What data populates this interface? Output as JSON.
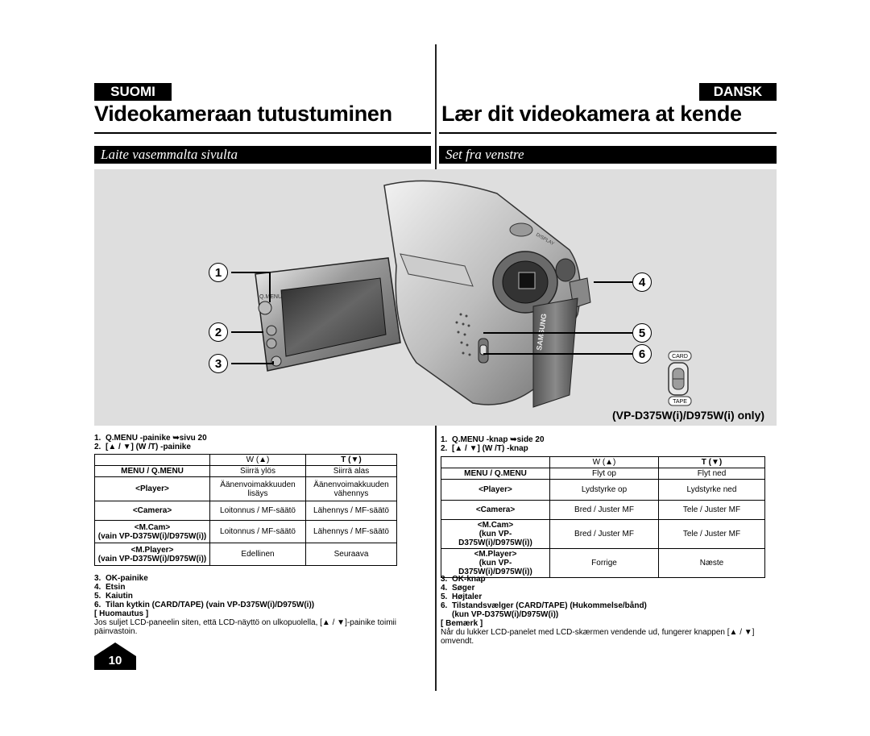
{
  "left": {
    "lang": "SUOMI",
    "title": "Videokameraan tutustuminen",
    "section": "Laite vasemmalta sivulta",
    "items_top": [
      {
        "n": "1.",
        "text": "Q.MENU -painike ➥sivu 20"
      },
      {
        "n": "2.",
        "text": "[▲ / ▼] (W /T) -painike"
      }
    ],
    "table": {
      "head": [
        "",
        "W (▲)",
        "T (▼)"
      ],
      "rows": [
        {
          "label": "MENU / Q.MENU",
          "sub": "",
          "w": "Siirrä ylös",
          "t": "Siirrä alas"
        },
        {
          "label": "<Player>",
          "sub": "",
          "w": "Äänenvoimakkuuden lisäys",
          "t": "Äänenvoimakkuuden vähennys"
        },
        {
          "label": "<Camera>",
          "sub": "",
          "w": "Loitonnus / MF-säätö",
          "t": "Lähennys / MF-säätö"
        },
        {
          "label": "<M.Cam>",
          "sub": "(vain VP-D375W(i)/D975W(i))",
          "w": "Loitonnus / MF-säätö",
          "t": "Lähennys / MF-säätö"
        },
        {
          "label": "<M.Player>",
          "sub": "(vain VP-D375W(i)/D975W(i))",
          "w": "Edellinen",
          "t": "Seuraava"
        }
      ]
    },
    "items_bottom": [
      {
        "n": "3.",
        "text": "OK-painike"
      },
      {
        "n": "4.",
        "text": "Etsin"
      },
      {
        "n": "5.",
        "text": "Kaiutin"
      },
      {
        "n": "6.",
        "text": "Tilan kytkin (CARD/TAPE) (vain VP-D375W(i)/D975W(i))"
      }
    ],
    "note_title": "[ Huomautus ]",
    "note_text": "Jos suljet LCD-paneelin siten, että LCD-näyttö on ulkopuolella, [▲ / ▼]-painike toimii päinvastoin.",
    "page_number": "10"
  },
  "right": {
    "lang": "DANSK",
    "title": "Lær dit videokamera at kende",
    "section": "Set fra venstre",
    "items_top": [
      {
        "n": "1.",
        "text": "Q.MENU -knap ➥side 20"
      },
      {
        "n": "2.",
        "text": "[▲ / ▼] (W /T) -knap"
      }
    ],
    "table": {
      "head": [
        "",
        "W (▲)",
        "T (▼)"
      ],
      "rows": [
        {
          "label": "MENU / Q.MENU",
          "sub": "",
          "w": "Flyt op",
          "t": "Flyt ned"
        },
        {
          "label": "<Player>",
          "sub": "",
          "w": "Lydstyrke op",
          "t": "Lydstyrke ned"
        },
        {
          "label": "<Camera>",
          "sub": "",
          "w": "Bred / Juster MF",
          "t": "Tele / Juster MF"
        },
        {
          "label": "<M.Cam>",
          "sub": "(kun VP-D375W(i)/D975W(i))",
          "w": "Bred / Juster MF",
          "t": "Tele / Juster MF"
        },
        {
          "label": "<M.Player>",
          "sub": "(kun VP-D375W(i)/D975W(i))",
          "w": "Forrige",
          "t": "Næste"
        }
      ]
    },
    "items_bottom": [
      {
        "n": "3.",
        "text": "OK-knap"
      },
      {
        "n": "4.",
        "text": "Søger"
      },
      {
        "n": "5.",
        "text": "Højtaler"
      },
      {
        "n": "6.",
        "text": "Tilstandsvælger (CARD/TAPE) (Hukommelse/bånd)"
      },
      {
        "n": "",
        "text": "(kun VP-D375W(i)/D975W(i))"
      }
    ],
    "note_title": "[ Bemærk ]",
    "note_text": "Når du lukker LCD-panelet med LCD-skærmen vendende ud, fungerer knappen [▲ / ▼] omvendt."
  },
  "figure": {
    "callouts": [
      "1",
      "2",
      "3",
      "4",
      "5",
      "6"
    ],
    "switch_labels": {
      "top": "CARD",
      "bottom": "TAPE"
    },
    "camera_labels": {
      "qmenu": "Q.MENU",
      "brand": "SAMSUNG",
      "display": "DISPLAY"
    },
    "model_note": "(VP-D375W(i)/D975W(i) only)"
  }
}
